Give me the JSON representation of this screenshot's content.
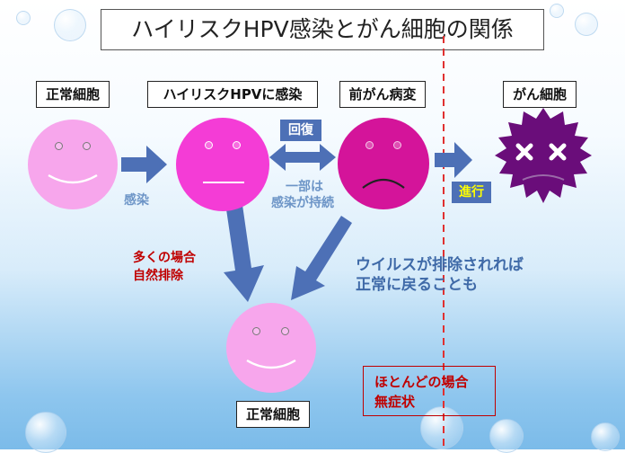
{
  "title": "ハイリスクHPV感染とがん細胞の関係",
  "stages": {
    "normal": "正常細胞",
    "hpv_infection": "ハイリスクHPVに感染",
    "precancer": "前がん病変",
    "cancer": "がん細胞"
  },
  "arrows": {
    "infection": "感染",
    "recovery": "回復",
    "persist_line1": "一部は",
    "persist_line2": "感染が持続",
    "progression": "進行"
  },
  "notes": {
    "natural_line1": "多くの場合",
    "natural_line2": "自然排除",
    "virus_line1": "ウイルスが排除されれば",
    "virus_line2": "正常に戻ることも",
    "asymptomatic_line1": "ほとんどの場合",
    "asymptomatic_line2": "無症状"
  },
  "result_label": "正常細胞",
  "colors": {
    "light_pink": "#f7a6ec",
    "hot_pink": "#f43cd6",
    "magenta": "#d4149a",
    "cancer_purple": "#6a0d7a",
    "arrow_blue": "#4d70b6",
    "note_red": "#c00000",
    "dashed_red": "#e03030"
  }
}
